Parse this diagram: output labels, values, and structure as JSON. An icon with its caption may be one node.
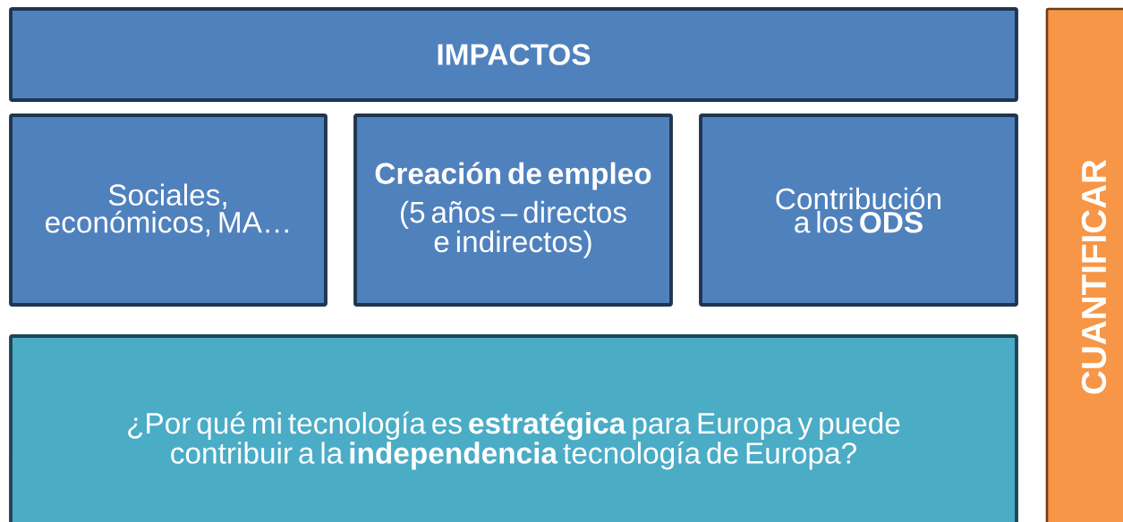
{
  "diagram": {
    "nodes": [
      {
        "text": [
          "IMPACTOS"
        ]
      },
      {
        "text": [
          "Sociales, económicos, MA…"
        ]
      },
      {
        "text": [
          "Creación de empleo",
          "(5 años – directos e indirectos)"
        ]
      },
      {
        "text": [
          "Contribución a los **ODS**"
        ]
      },
      {
        "text": [
          "¿Por qué mi tecnología es **estratégica** para Europa y puede contribuir a la **independencia** tecnología de Europa?"
        ]
      },
      {
        "text": [
          "CUANTIFICAR"
        ]
      }
    ]
  }
}
